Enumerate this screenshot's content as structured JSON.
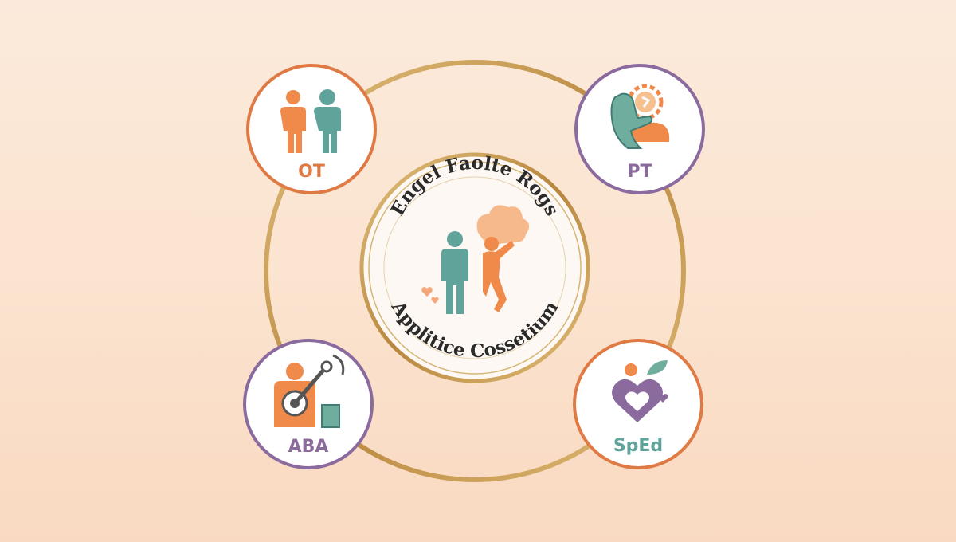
{
  "center": {
    "title_top": "Engel Faolte Rogs",
    "title_bottom": "Applitice Cossetium"
  },
  "nodes": [
    {
      "id": "ot",
      "label": "OT",
      "icon": "two-people-icon",
      "border_color": "#e07a45",
      "label_color": "#e07a45"
    },
    {
      "id": "pt",
      "label": "PT",
      "icon": "hand-gear-icon",
      "border_color": "#8b6a9e",
      "label_color": "#8b6a9e"
    },
    {
      "id": "aba",
      "label": "ABA",
      "icon": "person-target-icon",
      "border_color": "#8b6a9e",
      "label_color": "#8b6a9e"
    },
    {
      "id": "sped",
      "label": "SpEd",
      "icon": "heart-apple-icon",
      "border_color": "#e07a45",
      "label_color": "#5fa39a"
    }
  ],
  "colors": {
    "teal": "#5fa39a",
    "orange": "#ef8a4a",
    "purple": "#8b6a9e",
    "gold": "#c9a35a"
  }
}
